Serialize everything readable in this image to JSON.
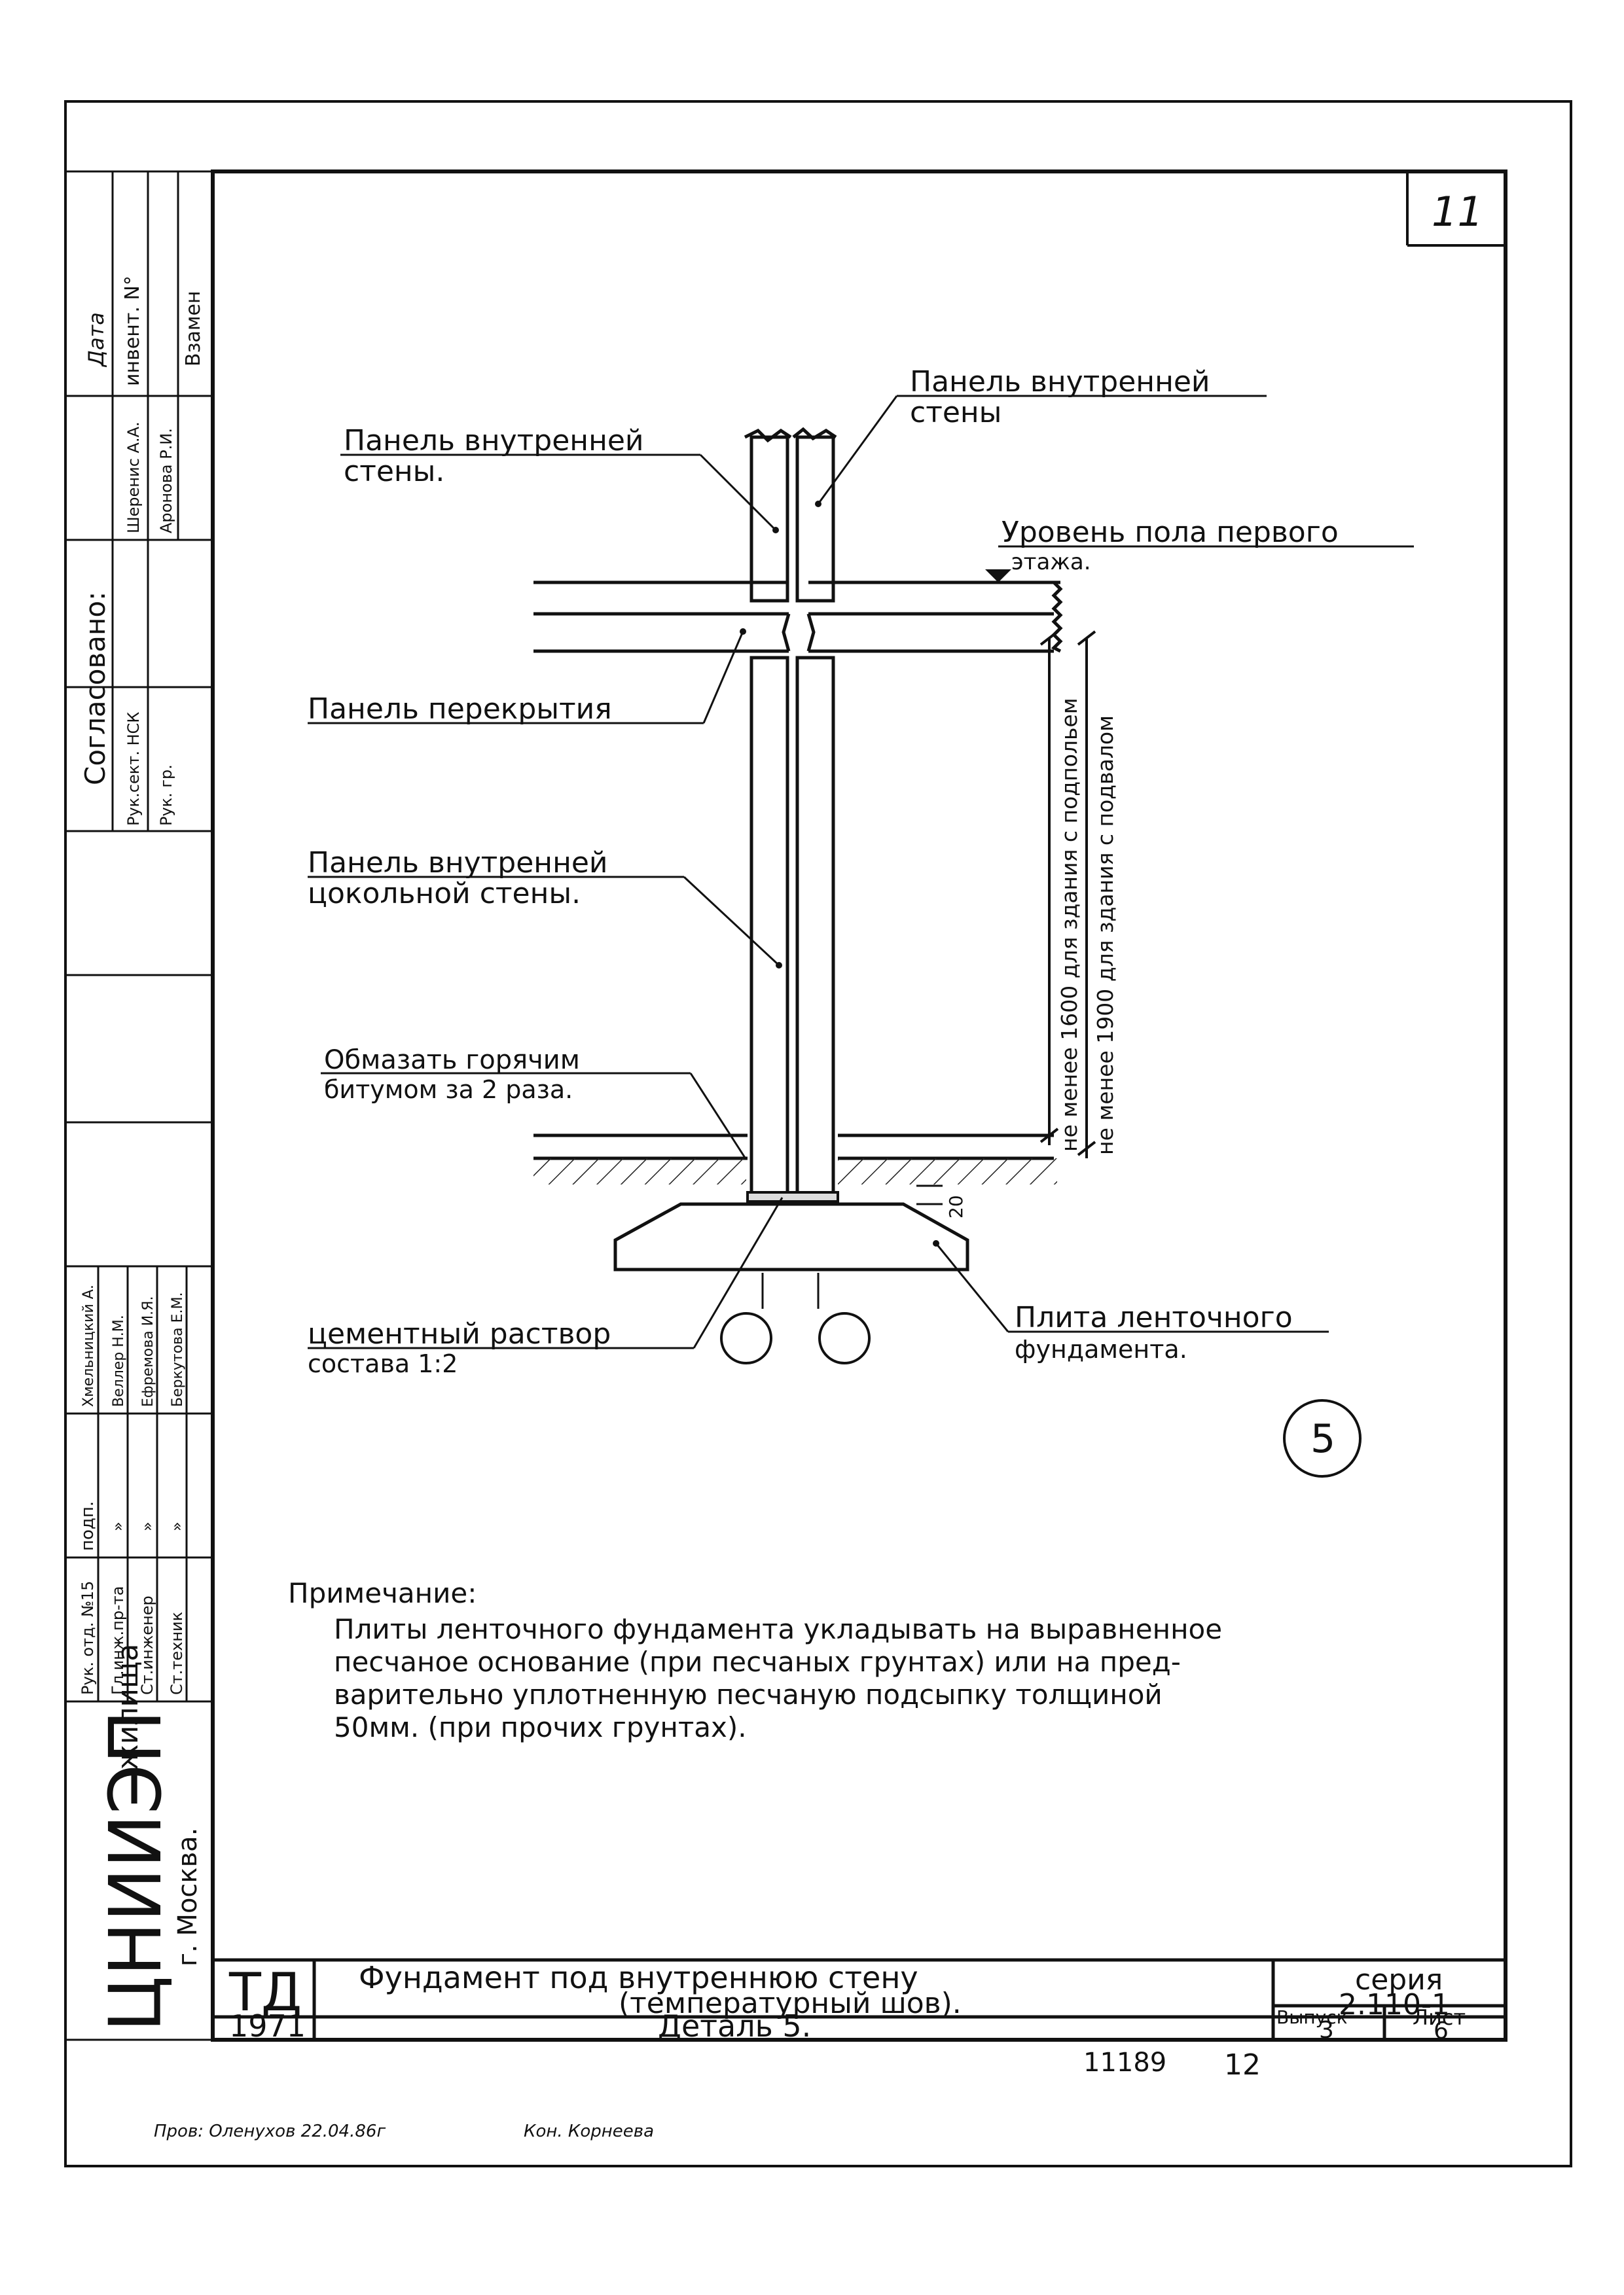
{
  "sheet": {
    "number": "11",
    "bottom_numbers": [
      "11189",
      "12"
    ],
    "handwritten_bottom_left": "Пров: Оленухов 22.04.86г",
    "handwritten_bottom_mid": "Кон. Корнеева"
  },
  "labels": {
    "inner_wall_right_1": "Панель внутренней",
    "inner_wall_right_2": "стены",
    "inner_wall_left_1": "Панель внутренней",
    "inner_wall_left_2": "стены.",
    "floor_level_1": "Уровень пола первого",
    "floor_level_2": "этажа.",
    "slab": "Панель перекрытия",
    "plinth_wall_1": "Панель внутренней",
    "plinth_wall_2": "цокольной стены.",
    "bitumen_1": "Обмазать горячим",
    "bitumen_2": "битумом за 2 раза.",
    "mortar_1": "цементный раствор",
    "mortar_2": "состава 1:2",
    "strip_1": "Плита ленточного",
    "strip_2": "фундамента.",
    "dim_1600": "не менее 1600 для здания с подпольем",
    "dim_1900": "не менее 1900 для здания с подвалом",
    "dim_20": "20",
    "detail_number": "5"
  },
  "note": {
    "title": "Примечание:",
    "lines": [
      "Плиты ленточного фундамента укладывать на выравненное",
      "песчаное основание (при песчаных грунтах) или на пред-",
      "варительно уплотненную песчаную подсыпку толщиной",
      "50мм. (при прочих грунтах)."
    ]
  },
  "title_block": {
    "code": "ТД",
    "year": "1971",
    "title_1": "Фундамент под внутреннюю стену",
    "title_2": "(температурный шов).",
    "subtitle": "Деталь 5.",
    "series_label": "серия",
    "series_value": "2.110-1",
    "issue_label": "Выпуск",
    "issue_value": "3",
    "sheet_label": "Лист",
    "sheet_value": "6"
  },
  "left_strip": {
    "org_main": "ЦНИИЭП",
    "org_sub": "жилища",
    "city": "г. Москва.",
    "agreed": "Согласовано:",
    "date": "Дата",
    "inv": "инвент. N°",
    "vzamen": "Взамен",
    "ruk_sekt": "Рук.сект. НСК",
    "ruk_gr": "Рук. гр.",
    "approver_1": "Шеренис А.А.",
    "approver_2": "Аронова Р.И.",
    "roles": [
      "Рук. отд. №15",
      "Гл.инж.пр-та",
      "Ст.инженер",
      "Ст.техник"
    ],
    "podp": "подп.",
    "ditto": [
      "»",
      "»",
      "»"
    ],
    "names": [
      "Хмельницкий А.",
      "Веллер Н.М.",
      "Ефремова И.Я.",
      "Беркутова Е.М."
    ]
  }
}
